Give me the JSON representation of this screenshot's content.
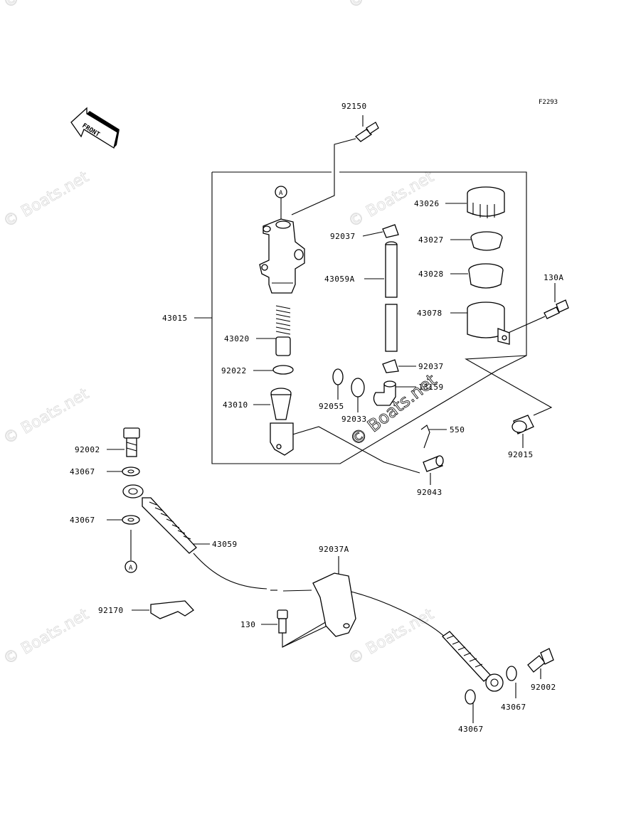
{
  "figure_code": "F2293",
  "front_label": "FRONT",
  "ref_marker": "A",
  "watermark": "© Boats.net",
  "labels": {
    "p92150": "92150",
    "p43026": "43026",
    "p92037_top": "92037",
    "p43027": "43027",
    "p43059A": "43059A",
    "p43028": "43028",
    "p130A": "130A",
    "p43078": "43078",
    "p43015": "43015",
    "p43020": "43020",
    "p92037_bottom": "92037",
    "p92022": "92022",
    "p13159": "13159",
    "p92055": "92055",
    "p43010": "43010",
    "p92033": "92033",
    "p550": "550",
    "p92002_left": "92002",
    "p92015": "92015",
    "p43067_a": "43067",
    "p92043": "92043",
    "p43067_b": "43067",
    "p43059": "43059",
    "p92037A": "92037A",
    "p92170": "92170",
    "p130": "130",
    "p92002_right": "92002",
    "p43067_c": "43067",
    "p43067_d": "43067"
  }
}
